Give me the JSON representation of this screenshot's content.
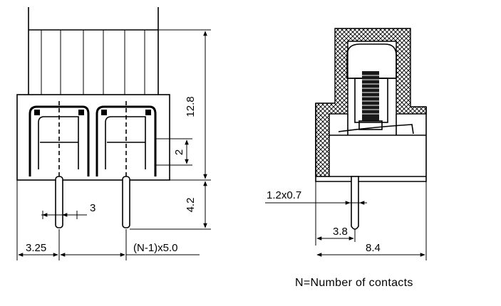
{
  "dimensions": {
    "height_total": "12.8",
    "pin_length": "4.2",
    "slot_height": "2",
    "pin_spacing": "3",
    "edge_offset": "3.25",
    "pitch": "(N-1)x5.0",
    "pin_section": "1.2x0.7",
    "side_offset": "3.8",
    "side_width": "8.4"
  },
  "caption": "N=Number of contacts"
}
